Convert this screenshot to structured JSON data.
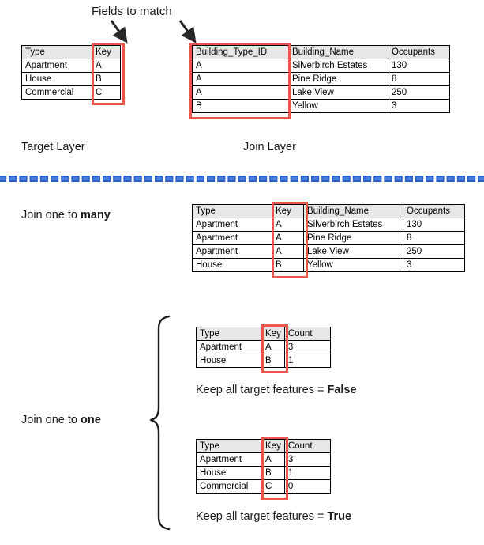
{
  "annotations": {
    "fields_to_match": "Fields to match",
    "target_layer": "Target Layer",
    "join_layer": "Join Layer",
    "join_one_to_many_prefix": "Join one to ",
    "join_one_to_many_strong": "many",
    "join_one_to_one_prefix": "Join one to ",
    "join_one_to_one_strong": "one",
    "keep_false_prefix": "Keep all target features = ",
    "keep_false_strong": "False",
    "keep_true_prefix": "Keep all target features = ",
    "keep_true_strong": "True"
  },
  "colors": {
    "highlight_red": "#ec554b",
    "header_grey": "#e7e7e7",
    "divider_blue": "#2b5fc4",
    "divider_blue_light": "#4a7fe0",
    "border_black": "#000000"
  },
  "target_table": {
    "name": "target-layer-table",
    "headers": [
      "Type",
      "Key"
    ],
    "rows": [
      [
        "Apartment",
        "A"
      ],
      [
        "House",
        "B"
      ],
      [
        "Commercial",
        "C"
      ]
    ]
  },
  "join_table": {
    "name": "join-layer-table",
    "headers": [
      "Building_Type_ID",
      "Building_Name",
      "Occupants"
    ],
    "rows": [
      [
        "A",
        "Silverbirch Estates",
        "130"
      ],
      [
        "A",
        "Pine Ridge",
        "8"
      ],
      [
        "A",
        "Lake View",
        "250"
      ],
      [
        "B",
        "Yellow",
        "3"
      ]
    ]
  },
  "one_to_many_table": {
    "name": "join-one-to-many-result-table",
    "headers": [
      "Type",
      "Key",
      "Building_Name",
      "Occupants"
    ],
    "rows": [
      [
        "Apartment",
        "A",
        "Silverbirch Estates",
        "130"
      ],
      [
        "Apartment",
        "A",
        "Pine Ridge",
        "8"
      ],
      [
        "Apartment",
        "A",
        "Lake View",
        "250"
      ],
      [
        "House",
        "B",
        "Yellow",
        "3"
      ]
    ]
  },
  "one_to_one_false_table": {
    "name": "join-one-to-one-false-table",
    "headers": [
      "Type",
      "Key",
      "Count"
    ],
    "rows": [
      [
        "Apartment",
        "A",
        "3"
      ],
      [
        "House",
        "B",
        "1"
      ]
    ]
  },
  "one_to_one_true_table": {
    "name": "join-one-to-one-true-table",
    "headers": [
      "Type",
      "Key",
      "Count"
    ],
    "rows": [
      [
        "Apartment",
        "A",
        "3"
      ],
      [
        "House",
        "B",
        "1"
      ],
      [
        "Commercial",
        "C",
        "0"
      ]
    ]
  },
  "icons": {
    "arrow_left": "arrow-down-right-icon",
    "arrow_right": "arrow-down-right-icon",
    "brace": "curly-brace-icon",
    "divider": "dashed-divider-icon"
  }
}
